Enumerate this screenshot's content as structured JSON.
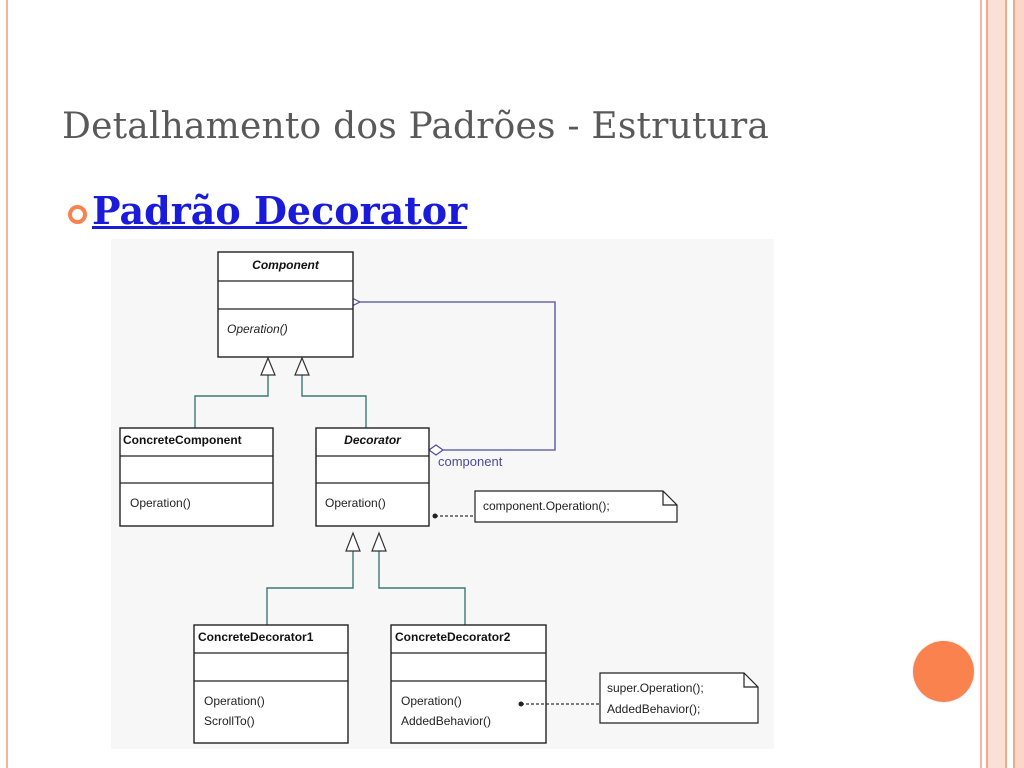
{
  "slide": {
    "title": "Detalhamento dos Padrões - Estrutura",
    "bullet": "Padrão Decorator"
  },
  "diagram": {
    "classes": {
      "component": {
        "name": "Component",
        "op": "Operation()"
      },
      "concrete_component": {
        "name": "ConcreteComponent",
        "op": "Operation()"
      },
      "decorator": {
        "name": "Decorator",
        "op": "Operation()"
      },
      "concrete_decorator1": {
        "name": "ConcreteDecorator1",
        "op1": "Operation()",
        "op2": "ScrollTo()"
      },
      "concrete_decorator2": {
        "name": "ConcreteDecorator2",
        "op1": "Operation()",
        "op2": "AddedBehavior()"
      }
    },
    "association_label": "component",
    "note1": "component.Operation();",
    "note2_line1": "super.Operation();",
    "note2_line2": "AddedBehavior();"
  },
  "colors": {
    "accent": "#f9824e",
    "link": "#1a1adb",
    "association": "#4b4b9b",
    "title": "#595959"
  }
}
